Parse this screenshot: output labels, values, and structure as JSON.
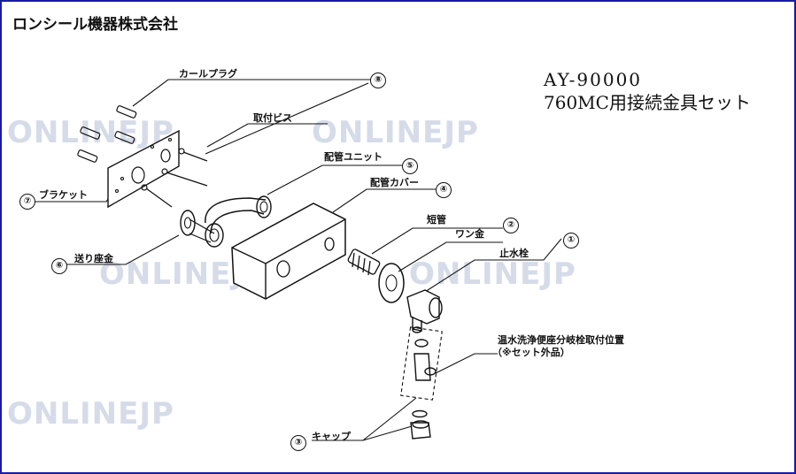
{
  "header": {
    "company": "ロンシール機器株式会社",
    "model": "AY-90000",
    "set_name": "760MC用接続金具セット"
  },
  "parts": [
    {
      "id": "plug",
      "number": "⑧",
      "label": "カールプラグ"
    },
    {
      "id": "screw",
      "label": "取付ビス"
    },
    {
      "id": "bracket",
      "number": "⑦",
      "label": "ブラケット"
    },
    {
      "id": "pipe-unit",
      "number": "⑤",
      "label": "配管ユニット"
    },
    {
      "id": "pipe-cover",
      "number": "④",
      "label": "配管カバー"
    },
    {
      "id": "short-pipe",
      "label": "短管"
    },
    {
      "id": "washer",
      "number": "②",
      "label": "ワン金"
    },
    {
      "id": "stop-valve",
      "number": "①",
      "label": "止水栓"
    },
    {
      "id": "seat",
      "number": "⑥",
      "label": "送り座金"
    },
    {
      "id": "branch",
      "label": "温水洗浄便座分岐栓取付位置"
    },
    {
      "id": "branch-note",
      "label": "（※セット外品）"
    },
    {
      "id": "cap",
      "number": "③",
      "label": "キャップ"
    }
  ],
  "watermark": "ONLINEJP"
}
